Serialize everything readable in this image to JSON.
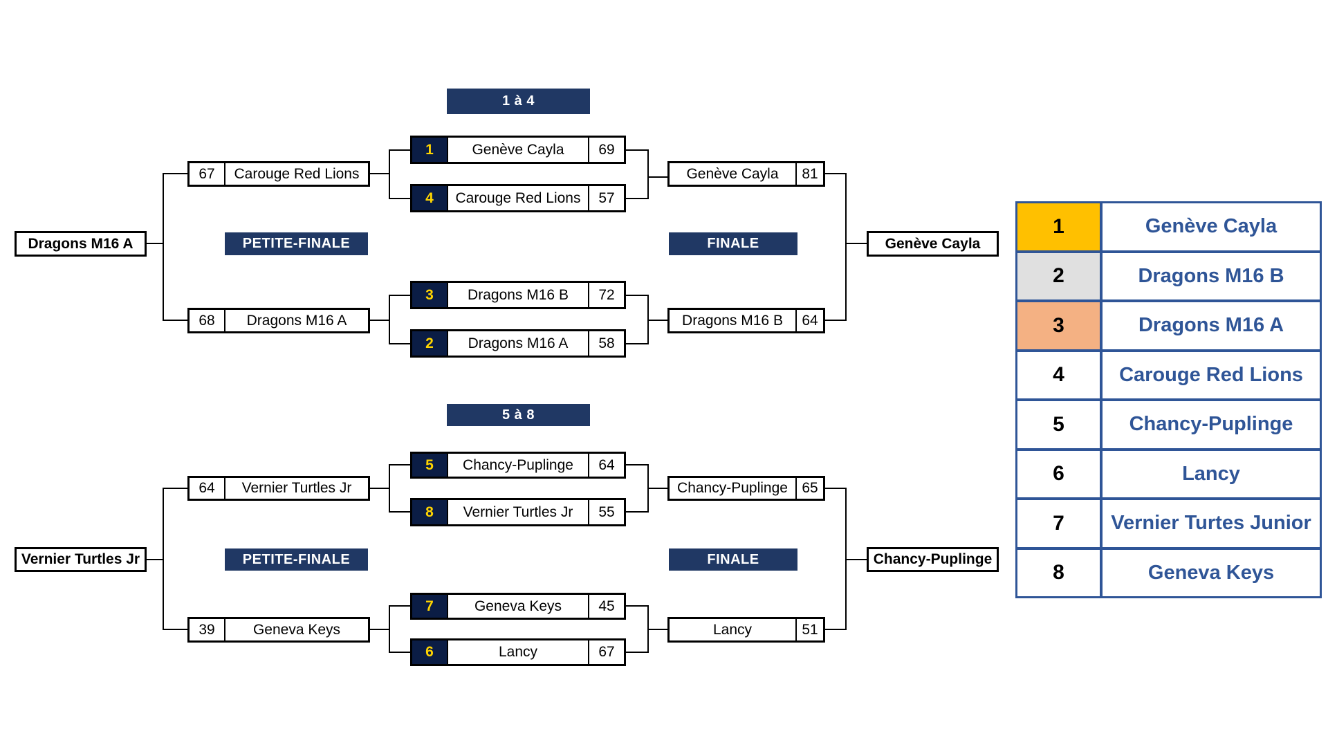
{
  "colors": {
    "navy": "#203864",
    "seed_bg": "#0b1d45",
    "seed_text": "#ffd400",
    "table_border": "#2f5597",
    "team_text": "#2f5597",
    "gold": "#ffc000",
    "silver": "#e0e0e0",
    "bronze": "#f4b183"
  },
  "group_1_4": {
    "title": "1 à 4",
    "semis": [
      {
        "seed": "1",
        "team": "Genève Cayla",
        "score": "69"
      },
      {
        "seed": "4",
        "team": "Carouge Red Lions",
        "score": "57"
      },
      {
        "seed": "3",
        "team": "Dragons M16 B",
        "score": "72"
      },
      {
        "seed": "2",
        "team": "Dragons M16 A",
        "score": "58"
      }
    ],
    "petite_finale_label": "PETITE-FINALE",
    "finale_label": "FINALE",
    "petite_finale": [
      {
        "score": "67",
        "team": "Carouge Red Lions"
      },
      {
        "score": "68",
        "team": "Dragons M16 A"
      }
    ],
    "finale": [
      {
        "team": "Genève Cayla",
        "score": "81"
      },
      {
        "team": "Dragons M16 B",
        "score": "64"
      }
    ],
    "petite_finale_winner": "Dragons M16 A",
    "finale_winner": "Genève Cayla"
  },
  "group_5_8": {
    "title": "5 à 8",
    "semis": [
      {
        "seed": "5",
        "team": "Chancy-Puplinge",
        "score": "64"
      },
      {
        "seed": "8",
        "team": "Vernier Turtles Jr",
        "score": "55"
      },
      {
        "seed": "7",
        "team": "Geneva Keys",
        "score": "45"
      },
      {
        "seed": "6",
        "team": "Lancy",
        "score": "67"
      }
    ],
    "petite_finale_label": "PETITE-FINALE",
    "finale_label": "FINALE",
    "petite_finale": [
      {
        "score": "64",
        "team": "Vernier Turtles Jr"
      },
      {
        "score": "39",
        "team": "Geneva Keys"
      }
    ],
    "finale": [
      {
        "team": "Chancy-Puplinge",
        "score": "65"
      },
      {
        "team": "Lancy",
        "score": "51"
      }
    ],
    "petite_finale_winner": "Vernier Turtles Jr",
    "finale_winner": "Chancy-Puplinge"
  },
  "ranking": [
    {
      "rank": "1",
      "team": "Genève Cayla",
      "highlight": "gold"
    },
    {
      "rank": "2",
      "team": "Dragons M16 B",
      "highlight": "silver"
    },
    {
      "rank": "3",
      "team": "Dragons M16 A",
      "highlight": "bronze"
    },
    {
      "rank": "4",
      "team": "Carouge Red Lions",
      "highlight": "none"
    },
    {
      "rank": "5",
      "team": "Chancy-Puplinge",
      "highlight": "none"
    },
    {
      "rank": "6",
      "team": "Lancy",
      "highlight": "none"
    },
    {
      "rank": "7",
      "team": "Vernier Turtes Junior",
      "highlight": "none"
    },
    {
      "rank": "8",
      "team": "Geneva Keys",
      "highlight": "none"
    }
  ]
}
